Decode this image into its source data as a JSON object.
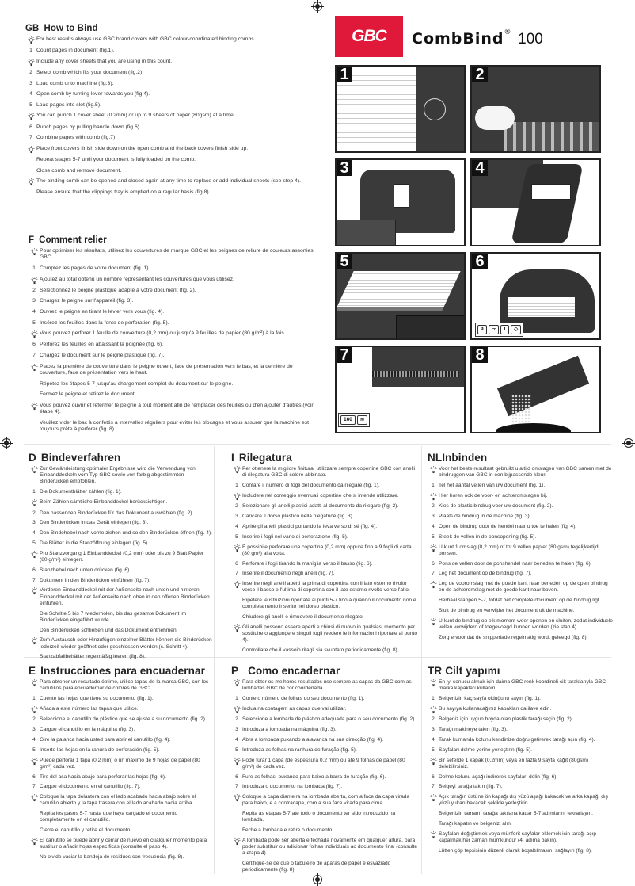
{
  "header": {
    "logo": "GBC",
    "product_name": "CombBind",
    "product_mark": "®",
    "product_model": "100"
  },
  "figures": [
    {
      "label": "1",
      "caption": "count-pages"
    },
    {
      "label": "2",
      "caption": "select-comb"
    },
    {
      "label": "3",
      "caption": "load-comb"
    },
    {
      "label": "4",
      "caption": "open-comb"
    },
    {
      "label": "5",
      "caption": "load-pages"
    },
    {
      "label": "6",
      "caption": "punch-pages",
      "badges": [
        {
          "value": "9",
          "unit": "max"
        },
        {
          "value": "1",
          "unit": "max"
        }
      ]
    },
    {
      "label": "7",
      "caption": "combine-pages",
      "badges": [
        {
          "value": "160",
          "unit": "max"
        }
      ]
    },
    {
      "label": "8",
      "caption": "empty-tray"
    }
  ],
  "sections": {
    "gb": {
      "code": "GB",
      "title": "How to Bind",
      "items": [
        {
          "type": "tip",
          "text": "For best results always use GBC brand covers with GBC colour-coordinated binding combs."
        },
        {
          "type": "step",
          "num": "1",
          "text": "Count pages in document (fig.1)."
        },
        {
          "type": "tip",
          "text": "Include any cover sheets that you are using in this count."
        },
        {
          "type": "step",
          "num": "2",
          "text": "Select comb which fits your document (fig.2)."
        },
        {
          "type": "step",
          "num": "3",
          "text": "Load comb onto machine (fig.3)."
        },
        {
          "type": "step",
          "num": "4",
          "text": "Open comb by turning lever towards you (fig.4)."
        },
        {
          "type": "step",
          "num": "5",
          "text": "Load pages into slot (fig.5)."
        },
        {
          "type": "tip",
          "text": "You can punch 1 cover sheet (0.2mm) or up to 9 sheets of paper (80gsm) at a time."
        },
        {
          "type": "step",
          "num": "6",
          "text": "Punch pages by pulling handle down (fig.6)."
        },
        {
          "type": "step",
          "num": "7",
          "text": "Combine pages with comb (fig.7)."
        },
        {
          "type": "tip",
          "text": "Place front covers finish side down on the open comb and the back covers finish side up."
        },
        {
          "type": "note",
          "text": "Repeat stages 5-7 until your document is fully loaded on the comb."
        },
        {
          "type": "note",
          "text": "Close comb and remove document."
        },
        {
          "type": "tip",
          "text": "The binding comb can be opened and closed again at any time to replace or add individual sheets (see step 4)."
        },
        {
          "type": "note",
          "text": "Please ensure that the clippings tray is emptied on a regular basis (fig.8)."
        }
      ]
    },
    "f": {
      "code": "F",
      "title": "Comment relier",
      "items": [
        {
          "type": "tip",
          "text": "Pour optimiser les résultats, utilisez les couvertures de marque GBC et les peignes de reliure de couleurs assorties GBC."
        },
        {
          "type": "step",
          "num": "1",
          "text": "Comptez les pages de votre document (fig. 1)."
        },
        {
          "type": "tip",
          "text": "Ajoutez au total obtenu un nombre représentant les couvertures que vous utilisez."
        },
        {
          "type": "step",
          "num": "2",
          "text": "Sélectionnez le peigne plastique adapté à votre document (fig. 2)."
        },
        {
          "type": "step",
          "num": "3",
          "text": "Chargez le peigne sur l'appareil (fig. 3)."
        },
        {
          "type": "step",
          "num": "4",
          "text": "Ouvrez le peigne en tirant le levier vers vous (fig. 4)."
        },
        {
          "type": "step",
          "num": "5",
          "text": "Insérez les feuilles dans la fente de perforation (fig. 5)."
        },
        {
          "type": "tip",
          "text": "Vous pouvez perforer 1 feuille de couverture (0,2 mm) ou jusqu'à 9 feuilles de papier (80 g/m²) à la fois."
        },
        {
          "type": "step",
          "num": "6",
          "text": "Perforez les feuilles en abaissant la poignée (fig. 6)."
        },
        {
          "type": "step",
          "num": "7",
          "text": "Chargez le document sur le peigne plastique (fig. 7)."
        },
        {
          "type": "tip",
          "text": "Placez la première de couverture dans le peigne ouvert, face de présentation vers le bas, et la dernière de couverture, face de présentation vers le haut."
        },
        {
          "type": "note",
          "text": "Répétez les étapes 5-7 jusqu'au chargement complet du document sur le peigne."
        },
        {
          "type": "note",
          "text": "Fermez le peigne et retirez le document."
        },
        {
          "type": "tip",
          "text": "Vous pouvez ouvrir et refermer le peigne à tout moment afin de remplacer des feuilles ou d'en ajouter d'autres (voir étape 4)."
        },
        {
          "type": "note",
          "text": "Veuillez vider le bac à confettis à intervalles réguliers pour éviter les blocages et vous assurer que la machine est toujours prête à perforer (fig. 8)"
        }
      ]
    },
    "d": {
      "code": "D",
      "title": "Bindeverfahren",
      "items": [
        {
          "type": "tip",
          "text": "Zur Gewährleistung optimaler Ergebnisse wird die Verwendung von Einbanddeckeln vom Typ GBC sowie von farbig abgestimmten Binderücken empfohlen."
        },
        {
          "type": "step",
          "num": "1",
          "text": "Die Dokumentblätter zählen (fig. 1)."
        },
        {
          "type": "tip",
          "text": "Beim Zählen sämtliche Einbanddeckel berücksichtigen."
        },
        {
          "type": "step",
          "num": "2",
          "text": "Den passenden Binderücken für das Dokument auswählen (fig. 2)."
        },
        {
          "type": "step",
          "num": "3",
          "text": "Den Binderücken in das Gerät einlegen (fig. 3)."
        },
        {
          "type": "step",
          "num": "4",
          "text": "Den Bindehebel nach vorne ziehen und so den Binderücken öffnen (fig. 4)."
        },
        {
          "type": "step",
          "num": "5",
          "text": "Die Blätter in die Stanzöffnung einlegen (fig. 5)."
        },
        {
          "type": "tip",
          "text": "Pro Stanzvorgang 1 Einbanddeckel (0,2 mm) oder bis zu 9 Blatt Papier (80 g/m²) einlegen."
        },
        {
          "type": "step",
          "num": "6",
          "text": "Stanzhebel nach unten drücken (fig. 6)."
        },
        {
          "type": "step",
          "num": "7",
          "text": "Dokument in den Binderücken einführen (fig. 7)."
        },
        {
          "type": "tip",
          "text": "Vorderen Einbanddeckel mit der Außenseite nach unten und hinteren Einbanddeckel mit der Außenseite nach oben in den offenen Binderücken einführen."
        },
        {
          "type": "note",
          "text": "Die Schritte 5 bis 7 wiederholen, bis das gesamte Dokument im Binderücken eingeführt wurde."
        },
        {
          "type": "note",
          "text": "Den Binderücken schließen und das Dokument entnehmen."
        },
        {
          "type": "tip",
          "text": "Zum Austausch oder Hinzufügen einzelner Blätter können die Binderücken jederzeit wieder geöffnet oder geschlossen werden (s. Schritt 4)."
        },
        {
          "type": "note",
          "text": "Stanzabfallbehälter regelmäßig leeren (fig. 8)."
        }
      ]
    },
    "i": {
      "code": "I",
      "title": "Rilegatura",
      "items": [
        {
          "type": "tip",
          "text": "Per ottenere la migliore finitura, utilizzare sempre copertine GBC con anelli di rilegatura GBC di colore abbinato."
        },
        {
          "type": "step",
          "num": "1",
          "text": "Contare il numero di fogli del documento da rilegare (fig. 1)."
        },
        {
          "type": "tip",
          "text": "Includere nel conteggio eventuali copertine che si intende utilizzare."
        },
        {
          "type": "step",
          "num": "2",
          "text": "Selezionare gli anelli plastici adatti al documento da rilegare (fig. 2)."
        },
        {
          "type": "step",
          "num": "3",
          "text": "Caricare il dorso plastico nella rilegatrice (fig. 3)."
        },
        {
          "type": "step",
          "num": "4",
          "text": "Aprire gli anelli plastici portando la leva verso di sé (fig. 4)."
        },
        {
          "type": "step",
          "num": "5",
          "text": "Inserire i fogli nel vano di perforazione (fig. 5)."
        },
        {
          "type": "tip",
          "text": "È possibile perforare una copertina (0,2 mm) oppure fino a 9 fogli di carta (80 gm²) alla volta."
        },
        {
          "type": "step",
          "num": "6",
          "text": "Perforare i fogli tirando la maniglia verso il basso (fig. 6)."
        },
        {
          "type": "step",
          "num": "7",
          "text": "Inserire il documento negli anelli (fig. 7)."
        },
        {
          "type": "tip",
          "text": "Inserire negli anelli aperti la prima di copertina con il lato esterno rivolto verso il basso e l'ultima di copertina con il lato esterno rivolto verso l'alto."
        },
        {
          "type": "note",
          "text": "Ripetere le istruzioni riportate ai punti 5-7 fino a quando il documento non è completamento inserito nel dorso plastico."
        },
        {
          "type": "note",
          "text": "Chiudere gli anelli e rimuovere il documento rilegato."
        },
        {
          "type": "tip",
          "text": "Gli anelli possono essere aperti e chiusi di nuovo in qualsiasi momento per sostituire o aggiungere singoli fogli (vedere le informazioni riportate al punto 4)."
        },
        {
          "type": "note",
          "text": "Controllare che il vassoio ritagli sia svuotato periodicamente (fig. 8)."
        }
      ]
    },
    "nl": {
      "code": "NL",
      "title": "Inbinden",
      "items": [
        {
          "type": "tip",
          "text": "Voor het beste resultaat gebruikt u altijd omslagen van GBC samen met de bindruggen van GBC in een bijpassende kleur."
        },
        {
          "type": "step",
          "num": "1",
          "text": "Tel het aantal vellen van uw document (fig. 1)."
        },
        {
          "type": "tip",
          "text": "Hier horen ook de voor- en achteromslagen bij."
        },
        {
          "type": "step",
          "num": "2",
          "text": "Kies de plastic bindrug voor uw document (fig. 2)."
        },
        {
          "type": "step",
          "num": "3",
          "text": "Plaats de bindrug in de machine (fig. 3)."
        },
        {
          "type": "step",
          "num": "4",
          "text": "Open de bindrug door de hendel naar u toe te halen (fig. 4)."
        },
        {
          "type": "step",
          "num": "5",
          "text": "Steek de vellen in de ponsopening (fig. 5)."
        },
        {
          "type": "tip",
          "text": "U kunt 1 omslag (0,2 mm) of tot 9 vellen papier (80 gsm) tegelijkertijd ponsen."
        },
        {
          "type": "step",
          "num": "6",
          "text": "Pons de vellen door de ponshendel naar beneden te halen (fig. 6)."
        },
        {
          "type": "step",
          "num": "7",
          "text": "Leg het document op de bindrug (fig. 7)."
        },
        {
          "type": "tip",
          "text": "Leg de vooromslag met de goede kant naar beneden op de open bindrug en de achteromslag met de goede kant naar boven."
        },
        {
          "type": "note",
          "text": "Herhaal stappen 5-7, totdat het complete document op de bindrug ligt."
        },
        {
          "type": "note",
          "text": "Sluit de bindrug en verwijder het document uit de machine."
        },
        {
          "type": "tip",
          "text": "U kunt de bindrug op elk moment weer openen en sluiten, zodat individuele vellen verwijderd of toegevoegd kunnen worden (zie stap 4)."
        },
        {
          "type": "note",
          "text": "Zorg ervoor dat de snipperlade regelmatig wordt geleegd (fig. 8)."
        }
      ]
    },
    "e": {
      "code": "E",
      "title": "Instrucciones para encuadernar",
      "items": [
        {
          "type": "tip",
          "text": "Para obtener un resultado óptimo, utilice tapas de la marca GBC, con los canutillos para encuadernar de colores de GBC."
        },
        {
          "type": "step",
          "num": "1",
          "text": "Cuente las hojas que tiene su documento (fig. 1)."
        },
        {
          "type": "tip",
          "text": "Añada a este número las tapas que utilice."
        },
        {
          "type": "step",
          "num": "2",
          "text": "Seleccione el canutillo de plástico que se ajuste a su documento (fig. 2)."
        },
        {
          "type": "step",
          "num": "3",
          "text": "Cargue el canutillo en la máquina (fig. 3)."
        },
        {
          "type": "step",
          "num": "4",
          "text": "Gire la palanca hacia usted para abrir el canutillo (fig. 4)."
        },
        {
          "type": "step",
          "num": "5",
          "text": "Inserte las hojas en la ranura de perforación (fig. 5)."
        },
        {
          "type": "tip",
          "text": "Puede perforar 1 tapa (0,2 mm) o un máximo de 9 hojas de papel (80 g/m²) cada vez."
        },
        {
          "type": "step",
          "num": "6",
          "text": "Tire del asa hacia abajo para perforar las hojas (fig. 6)."
        },
        {
          "type": "step",
          "num": "7",
          "text": "Cargue el documento en el canutillo (fig. 7)."
        },
        {
          "type": "tip",
          "text": "Coloque la tapa delantera con el lado acabado hacia abajo sobre el canutillo abierto y la tapa trasera con el lado acabado hacia arriba."
        },
        {
          "type": "note",
          "text": "Repita los pasos 5-7 hasta que haya cargado el documento completamente en el canutillo."
        },
        {
          "type": "note",
          "text": "Cierre el canutillo y retire el documento."
        },
        {
          "type": "tip",
          "text": "El canutillo se puede abrir y cerrar de nuevo en cualquier momento para sustituir o añadir hojas específicas (consulte el paso 4)."
        },
        {
          "type": "note",
          "text": "No olvide vaciar la bandeja de residuos con frecuencia (fig. 8)."
        }
      ]
    },
    "p": {
      "code": "P",
      "title": "Como encadernar",
      "items": [
        {
          "type": "tip",
          "text": "Para obter os melhores resultados use sempre as capas da GBC com as lombadas GBC de cor coordenada."
        },
        {
          "type": "step",
          "num": "1",
          "text": "Conte o número de folhas do seu documento (fig. 1)."
        },
        {
          "type": "tip",
          "text": "Inclua na contagem as capas que vai utilizar."
        },
        {
          "type": "step",
          "num": "2",
          "text": "Seleccione a lombada de plástico adequada para o seu documento (fig. 2)."
        },
        {
          "type": "step",
          "num": "3",
          "text": "Introduza a lombada na máquina (fig. 3)."
        },
        {
          "type": "step",
          "num": "4",
          "text": "Abra a lombada puxando a alavanca na sua direcção (fig. 4)."
        },
        {
          "type": "step",
          "num": "5",
          "text": "Introduza as folhas na ranhura de furação (fig. 5)."
        },
        {
          "type": "tip",
          "text": "Pode furar 1 capa (de espessura 0,2 mm) ou até 9 folhas de papel (80 g/m²) de cada vez."
        },
        {
          "type": "step",
          "num": "6",
          "text": "Fure as folhas, puxando para baixo a barra de furação (fig. 6)."
        },
        {
          "type": "step",
          "num": "7",
          "text": "Introduza o documento na lombada (fig. 7)."
        },
        {
          "type": "tip",
          "text": "Coloque a capa dianteira na lombada aberta, com a face da capa virada para baixo, e a contracapa, com a sua face virada para cima."
        },
        {
          "type": "note",
          "text": "Repita as etapas 5-7 até todo o documento ter sido introduzido na lombada."
        },
        {
          "type": "note",
          "text": "Feche a lombada e retire o documento."
        },
        {
          "type": "tip",
          "text": "A lombada pode ser aberta e fechada novamente em qualquer altura, para poder substituir ou adicionar folhas individuais ao documento final (consulte a etapa 4)."
        },
        {
          "type": "note",
          "text": "Certifique-se de que o tabuleiro de aparas de papel é esvaziado periodicamente (fig. 8)."
        }
      ]
    },
    "tr": {
      "code": "TR",
      "title": "Cilt yapımı",
      "items": [
        {
          "type": "tip",
          "text": "En iyi sonucu almak için daima GBC renk koordineli cilt taraklarıyla GBC marka kapakları kullanın."
        },
        {
          "type": "step",
          "num": "1",
          "text": "Belgenizin kaç sayfa olduğunu sayın (fig. 1)."
        },
        {
          "type": "tip",
          "text": "Bu sayıya kullanacağınız kapakları da ilave edin."
        },
        {
          "type": "step",
          "num": "2",
          "text": "Belgeniz için uygun boyda olan plastik tarağı seçin (fig. 2)."
        },
        {
          "type": "step",
          "num": "3",
          "text": "Tarağı makineye takın (fig. 3)."
        },
        {
          "type": "step",
          "num": "4",
          "text": "Tarak kumanda kolunu kendinize doğru getirerek tarağı açın (fig. 4)."
        },
        {
          "type": "step",
          "num": "5",
          "text": "Sayfaları delme yerine yerleştirin (fig. 5)."
        },
        {
          "type": "tip",
          "text": "Bir seferde 1 kapak (0,2mm) veya en fazla 9 sayfa kâğıt (80gsm) delebilirsiniz."
        },
        {
          "type": "step",
          "num": "6",
          "text": "Delme kolunu aşağı indirerek sayfaları delin (fig. 6)."
        },
        {
          "type": "step",
          "num": "7",
          "text": "Belgeyi tarağa takın (fig. 7)."
        },
        {
          "type": "tip",
          "text": "Açık tarağın üstüne ön kapağı dış yüzü aşağı bakacak ve arka kapağı dış yüzü yukarı bakacak şekilde yerleştirin."
        },
        {
          "type": "note",
          "text": "Belgenizin tamamı tarağa takılana kadar 5-7 adımlarını tekrarlayın."
        },
        {
          "type": "note",
          "text": "Tarağı kapatın ve belgenizi alın."
        },
        {
          "type": "tip",
          "text": "Sayfaları değiştirmek veya münferit sayfalar eklemek için tarağı açıp kapatmak her zaman mümkündür (4. adıma bakın)."
        },
        {
          "type": "note",
          "text": "Lütfen çöp tepsisinin düzenli olarak boşaltılmasını sağlayın (fig. 8)."
        }
      ]
    }
  },
  "colors": {
    "brand_red": "#e0193a",
    "text": "#333333",
    "heading": "#222222",
    "figure_dark": "#3a3a3a"
  }
}
